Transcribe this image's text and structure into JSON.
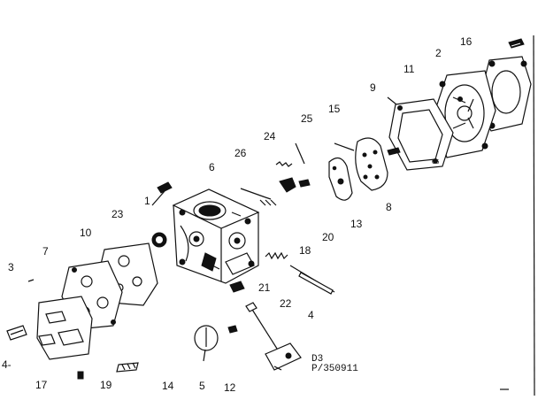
{
  "part_labels": [
    "1",
    "2",
    "3",
    "4",
    "5",
    "6",
    "7",
    "8",
    "9",
    "10",
    "11",
    "12",
    "13",
    "14",
    "15",
    "16",
    "17",
    "18",
    "19",
    "20",
    "21",
    "22",
    "23",
    "24",
    "25",
    "26"
  ],
  "corner_mark": "4-",
  "drawing_code": "D3",
  "part_number": "P/350911"
}
